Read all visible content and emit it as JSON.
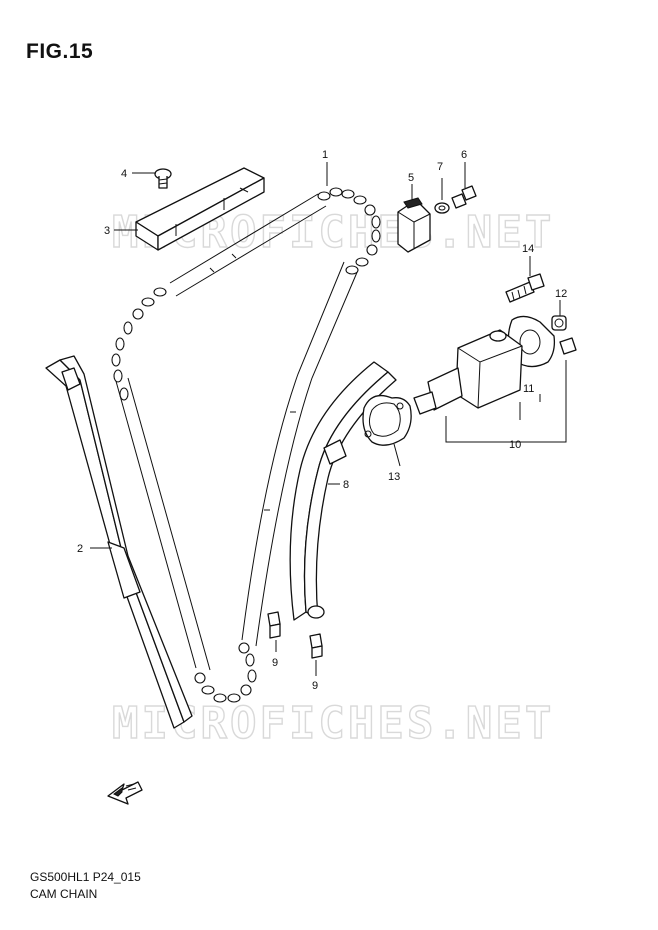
{
  "figure": {
    "title": "FIG.15",
    "code": "GS500HL1 P24_015",
    "name": "CAM CHAIN",
    "watermark": "MICROFICHES.NET"
  },
  "callouts": {
    "p1": "1",
    "p2": "2",
    "p3": "3",
    "p4": "4",
    "p5": "5",
    "p6": "6",
    "p7": "7",
    "p8": "8",
    "p9a": "9",
    "p9b": "9",
    "p10": "10",
    "p11": "11",
    "p12": "12",
    "p13": "13",
    "p14": "14"
  },
  "icons": {
    "front_arrow": "FWD-arrow-icon"
  }
}
